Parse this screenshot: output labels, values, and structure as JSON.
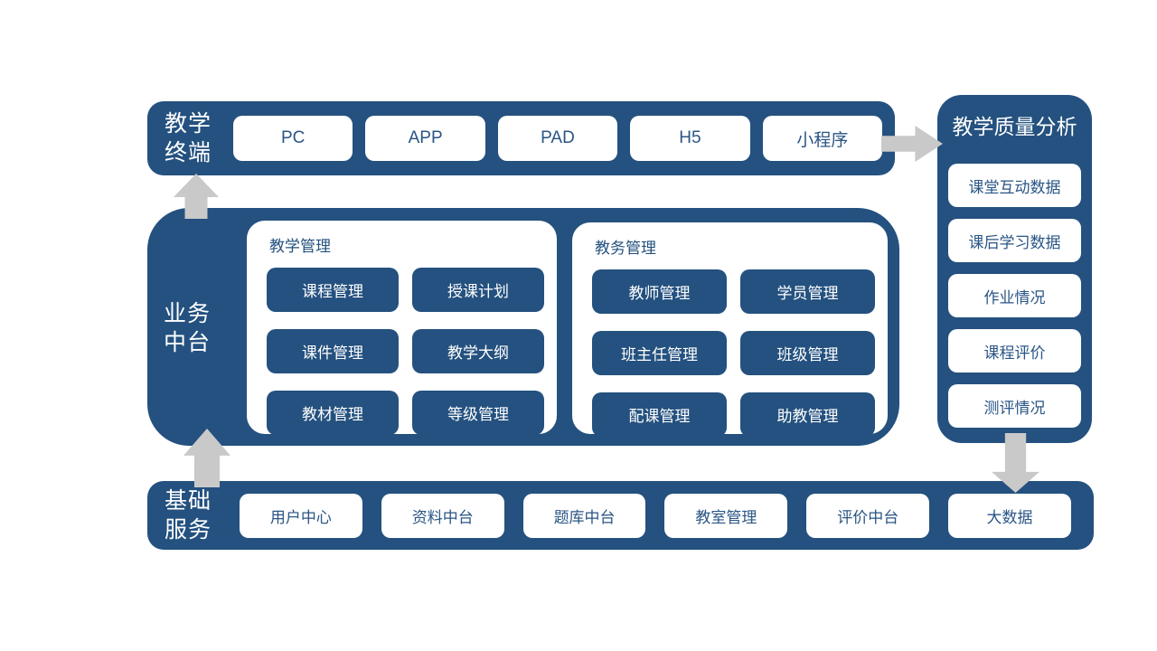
{
  "colors": {
    "panel_navy": "#24517F",
    "button_text_blue": "#2A5585",
    "arrow_gray": "#C9C9C9",
    "background": "#FFFFFF"
  },
  "terminal_bar": {
    "title_line1": "教学",
    "title_line2": "终端",
    "items": [
      "PC",
      "APP",
      "PAD",
      "H5",
      "小程序"
    ]
  },
  "quality_panel": {
    "title": "教学质量分析",
    "items": [
      "课堂互动数据",
      "课后学习数据",
      "作业情况",
      "课程评价",
      "测评情况"
    ]
  },
  "business_panel": {
    "title_line1": "业务",
    "title_line2": "中台",
    "groups": [
      {
        "title": "教学管理",
        "items": [
          "课程管理",
          "授课计划",
          "课件管理",
          "教学大纲",
          "教材管理",
          "等级管理"
        ]
      },
      {
        "title": "教务管理",
        "items": [
          "教师管理",
          "学员管理",
          "班主任管理",
          "班级管理",
          "配课管理",
          "助教管理"
        ]
      }
    ]
  },
  "base_bar": {
    "title_line1": "基础",
    "title_line2": "服务",
    "items": [
      "用户中心",
      "资料中台",
      "题库中台",
      "教室管理",
      "评价中台",
      "大数据"
    ]
  },
  "connections": [
    {
      "from": "business-panel",
      "to": "terminal-bar",
      "direction": "up"
    },
    {
      "from": "terminal-bar",
      "to": "quality-panel",
      "direction": "right"
    },
    {
      "from": "base-bar",
      "to": "business-panel",
      "direction": "up"
    },
    {
      "from": "quality-panel",
      "to": "base-bar",
      "direction": "down"
    }
  ]
}
